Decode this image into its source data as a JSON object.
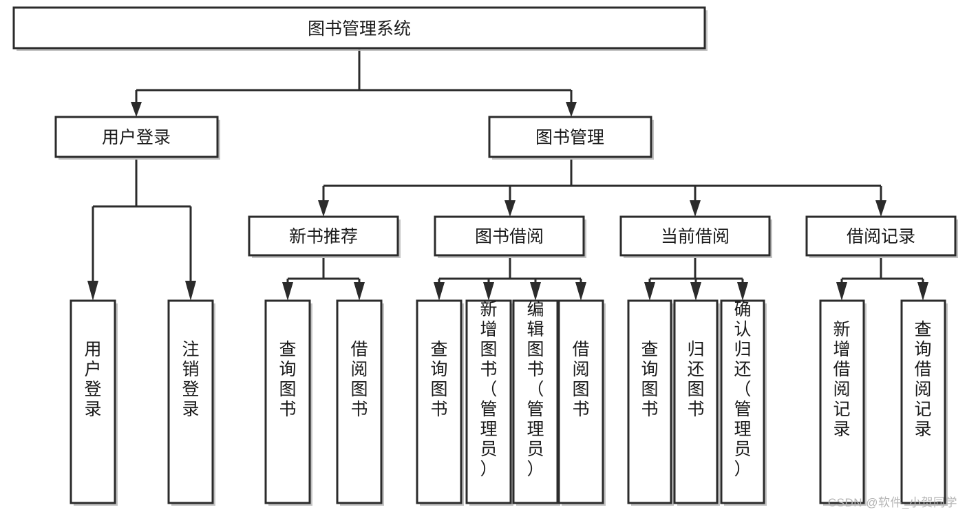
{
  "diagram": {
    "title": "图书管理系统",
    "type": "tree-hierarchy-chart",
    "watermark": "CSDN @软件_小贺同学",
    "colors": {
      "background": "#ffffff",
      "box_border": "#2b2b2b",
      "box_fill": "#ffffff",
      "connector": "#2b2b2b",
      "text": "#1a1a1a",
      "watermark": "#b4b4b4"
    },
    "levels": {
      "level1": [
        {
          "id": "root",
          "label": "图书管理系统"
        }
      ],
      "level2": [
        {
          "id": "user-login",
          "label": "用户登录"
        },
        {
          "id": "book-manage",
          "label": "图书管理"
        }
      ],
      "level3": [
        {
          "id": "new-book-rec",
          "label": "新书推荐"
        },
        {
          "id": "book-borrow",
          "label": "图书借阅"
        },
        {
          "id": "current-borrow",
          "label": "当前借阅"
        },
        {
          "id": "borrow-record",
          "label": "借阅记录"
        }
      ],
      "level4": [
        {
          "id": "leaf-user-login",
          "label": "用户登录",
          "parent": "user-login"
        },
        {
          "id": "leaf-user-logout",
          "label": "注销登录",
          "parent": "user-login"
        },
        {
          "id": "leaf-rec-query",
          "label": "查询图书",
          "parent": "new-book-rec"
        },
        {
          "id": "leaf-rec-borrow",
          "label": "借阅图书",
          "parent": "new-book-rec"
        },
        {
          "id": "leaf-borrow-query",
          "label": "查询图书",
          "parent": "book-borrow"
        },
        {
          "id": "leaf-borrow-add",
          "label": "新增图书（管理员）",
          "parent": "book-borrow"
        },
        {
          "id": "leaf-borrow-edit",
          "label": "编辑图书（管理员）",
          "parent": "book-borrow"
        },
        {
          "id": "leaf-borrow-lend",
          "label": "借阅图书",
          "parent": "book-borrow"
        },
        {
          "id": "leaf-cur-query",
          "label": "查询图书",
          "parent": "current-borrow"
        },
        {
          "id": "leaf-cur-return",
          "label": "归还图书",
          "parent": "current-borrow"
        },
        {
          "id": "leaf-cur-confirm",
          "label": "确认归还（管理员）",
          "parent": "current-borrow"
        },
        {
          "id": "leaf-rec-add",
          "label": "新增借阅记录",
          "parent": "borrow-record"
        },
        {
          "id": "leaf-rec-search",
          "label": "查询借阅记录",
          "parent": "borrow-record"
        }
      ]
    },
    "labels": {
      "root": "图书管理系统",
      "user_login": "用户登录",
      "book_manage": "图书管理",
      "new_book_rec": "新书推荐",
      "book_borrow": "图书借阅",
      "current_borrow": "当前借阅",
      "borrow_record": "借阅记录",
      "leaf_user_login": "用户登录",
      "leaf_user_logout": "注销登录",
      "leaf_rec_query": "查询图书",
      "leaf_rec_borrow": "借阅图书",
      "leaf_borrow_query": "查询图书",
      "leaf_borrow_add": "新增图书（管理员）",
      "leaf_borrow_edit": "编辑图书（管理员）",
      "leaf_borrow_lend": "借阅图书",
      "leaf_cur_query": "查询图书",
      "leaf_cur_return": "归还图书",
      "leaf_cur_confirm": "确认归还（管理员）",
      "leaf_rec_add": "新增借阅记录",
      "leaf_rec_search": "查询借阅记录"
    },
    "vertical_text": {
      "leaf_user_login": [
        "用",
        "户",
        "登",
        "录"
      ],
      "leaf_user_logout": [
        "注",
        "销",
        "登",
        "录"
      ],
      "leaf_rec_query": [
        "查",
        "询",
        "图",
        "书"
      ],
      "leaf_rec_borrow": [
        "借",
        "阅",
        "图",
        "书"
      ],
      "leaf_borrow_query": [
        "查",
        "询",
        "图",
        "书"
      ],
      "leaf_borrow_add": [
        "新",
        "增",
        "图",
        "书",
        "（",
        "管",
        "理",
        "员",
        "）"
      ],
      "leaf_borrow_edit": [
        "编",
        "辑",
        "图",
        "书",
        "（",
        "管",
        "理",
        "员",
        "）"
      ],
      "leaf_borrow_lend": [
        "借",
        "阅",
        "图",
        "书"
      ],
      "leaf_cur_query": [
        "查",
        "询",
        "图",
        "书"
      ],
      "leaf_cur_return": [
        "归",
        "还",
        "图",
        "书"
      ],
      "leaf_cur_confirm": [
        "确",
        "认",
        "归",
        "还",
        "（",
        "管",
        "理",
        "员",
        "）"
      ],
      "leaf_rec_add": [
        "新",
        "增",
        "借",
        "阅",
        "记",
        "录"
      ],
      "leaf_rec_search": [
        "查",
        "询",
        "借",
        "阅",
        "记",
        "录"
      ]
    }
  }
}
